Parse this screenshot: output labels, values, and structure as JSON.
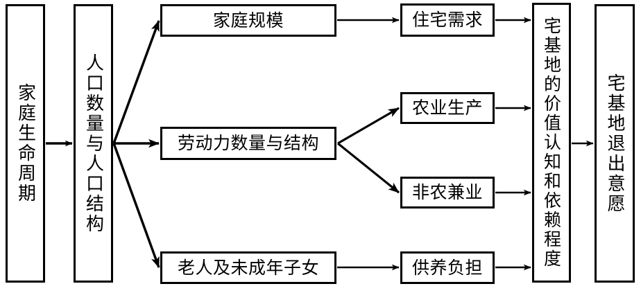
{
  "diagram": {
    "type": "flowchart",
    "title": "",
    "orientation": "left-to-right",
    "style": {
      "background": "#ffffff",
      "stroke": "#000000",
      "text": "#000000"
    },
    "nodes": {
      "lifecycle": {
        "label": "家庭生命周期",
        "orientation": "vertical"
      },
      "population": {
        "label": "人口数量与人口结构",
        "orientation": "vertical"
      },
      "family_size": {
        "label": "家庭规模",
        "orientation": "horizontal"
      },
      "labor_force": {
        "label": "劳动力数量与结构",
        "orientation": "horizontal"
      },
      "dependents": {
        "label": "老人及未成年子女",
        "orientation": "horizontal"
      },
      "housing_demand": {
        "label": "住宅需求",
        "orientation": "horizontal"
      },
      "agriculture": {
        "label": "农业生产",
        "orientation": "horizontal"
      },
      "nonfarm_work": {
        "label": "非农兼业",
        "orientation": "horizontal"
      },
      "support_burden": {
        "label": "供养负担",
        "orientation": "horizontal"
      },
      "value_perception": {
        "label": "宅基地的价值认知和依赖程度",
        "orientation": "vertical"
      },
      "exit_willingness": {
        "label": "宅基地退出意愿",
        "orientation": "vertical"
      }
    },
    "edges": [
      {
        "from": "lifecycle",
        "to": "population",
        "shape": "straight"
      },
      {
        "from": "population",
        "to": "family_size",
        "shape": "diagonal-up"
      },
      {
        "from": "population",
        "to": "labor_force",
        "shape": "straight"
      },
      {
        "from": "population",
        "to": "dependents",
        "shape": "diagonal-down"
      },
      {
        "from": "family_size",
        "to": "housing_demand",
        "shape": "straight"
      },
      {
        "from": "labor_force",
        "to": "agriculture",
        "shape": "diagonal-up"
      },
      {
        "from": "labor_force",
        "to": "nonfarm_work",
        "shape": "diagonal-down"
      },
      {
        "from": "dependents",
        "to": "support_burden",
        "shape": "straight"
      },
      {
        "from": "housing_demand",
        "to": "value_perception",
        "shape": "straight"
      },
      {
        "from": "agriculture",
        "to": "value_perception",
        "shape": "straight"
      },
      {
        "from": "nonfarm_work",
        "to": "value_perception",
        "shape": "straight"
      },
      {
        "from": "support_burden",
        "to": "value_perception",
        "shape": "straight"
      },
      {
        "from": "value_perception",
        "to": "exit_willingness",
        "shape": "straight"
      }
    ]
  }
}
